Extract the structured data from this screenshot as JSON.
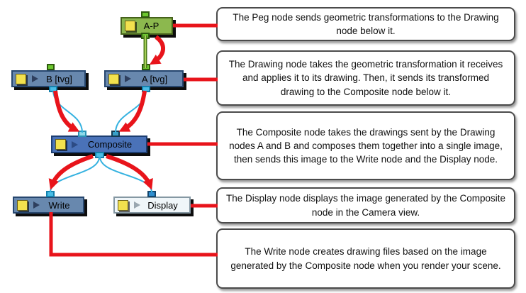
{
  "nodes": [
    {
      "id": "peg",
      "label": "A-P",
      "type": "peg"
    },
    {
      "id": "drawing-b",
      "label": "B  [tvg]",
      "type": "drawing"
    },
    {
      "id": "drawing-a",
      "label": "A  [tvg]",
      "type": "drawing"
    },
    {
      "id": "composite",
      "label": "Composite",
      "type": "composite"
    },
    {
      "id": "write",
      "label": "Write",
      "type": "write"
    },
    {
      "id": "display",
      "label": "Display",
      "type": "display"
    }
  ],
  "callouts": [
    {
      "text": "The Peg node sends geometric transformations to the Drawing node below it."
    },
    {
      "text": "The Drawing node takes the geometric transformation it receives and applies it to its drawing. Then, it sends its transformed drawing to the Composite node below it."
    },
    {
      "text": "The Composite node takes the drawings sent by the Drawing nodes A and B and composes them together into a single image, then sends this image to the Write node and the Display node."
    },
    {
      "text": "The Display node displays the image generated by the Composite node in the Camera view."
    },
    {
      "text": "The Write node creates drawing files based on the image generated by the Composite node when you render your scene."
    }
  ],
  "colors": {
    "annotation_red": "#e8141b",
    "drawing_node_blue": "#6888ae",
    "composite_node_blue": "#4a72b8",
    "peg_node_green": "#8cb84e",
    "display_node_fill": "#f0f6f9",
    "port_cyan": "#49bde6",
    "port_green": "#6cc72e",
    "cable_cyan": "#35b2e0",
    "cable_green_dark": "#4c7c1a",
    "cable_green_light": "#a6cf58",
    "icon_yellow": "#f2e14e"
  }
}
